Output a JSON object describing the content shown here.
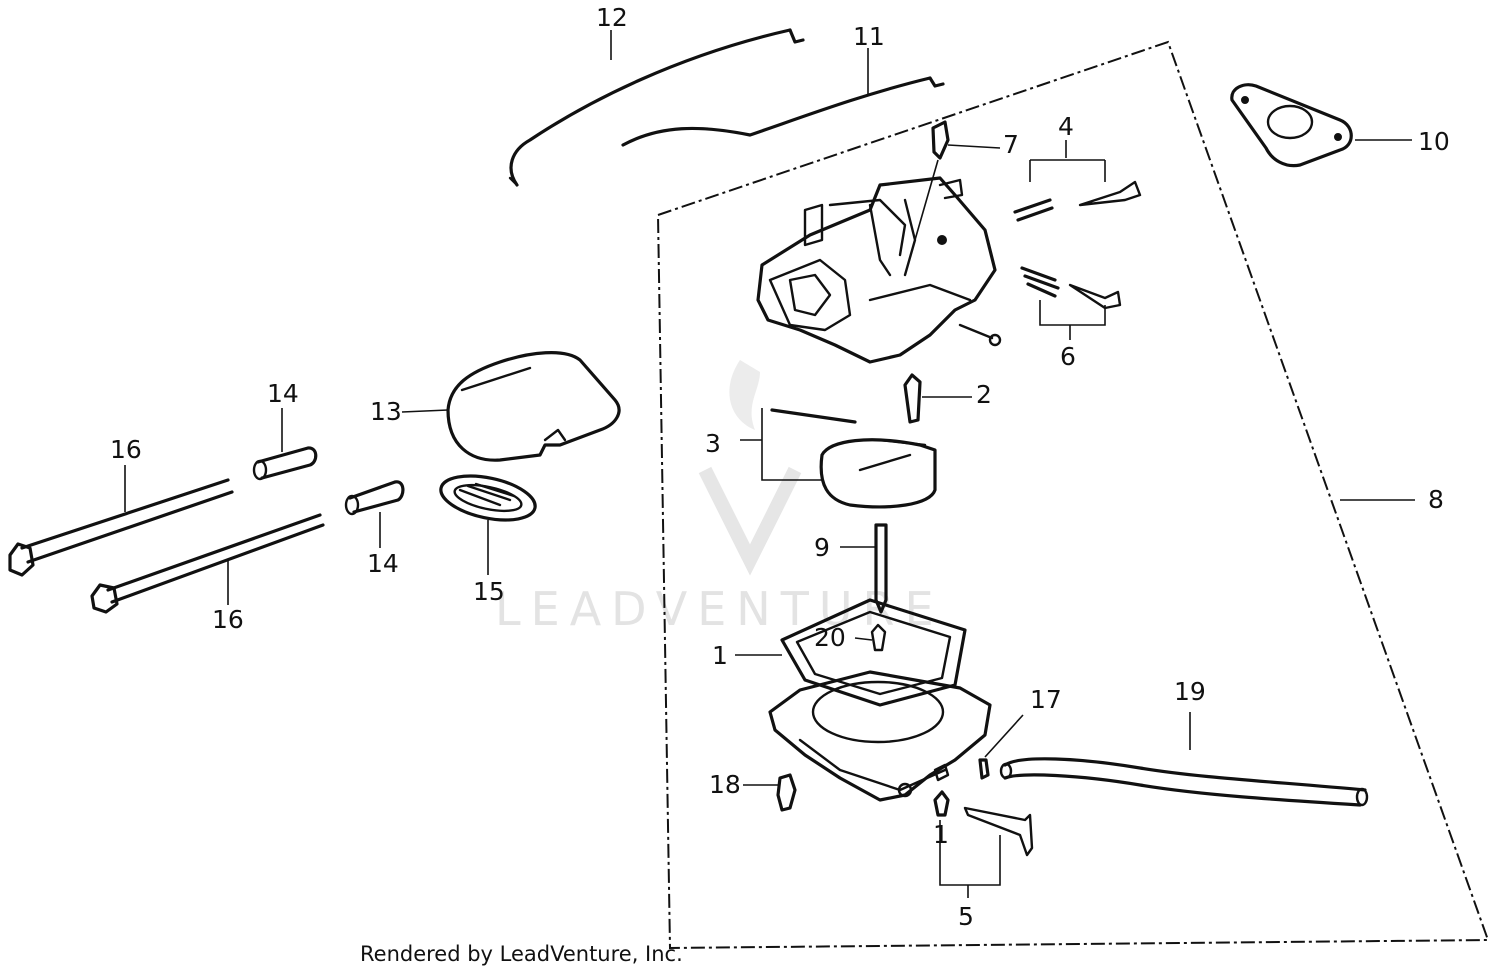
{
  "diagram": {
    "labels": {
      "p1a": "1",
      "p1b": "1",
      "p2": "2",
      "p3": "3",
      "p4": "4",
      "p5": "5",
      "p6": "6",
      "p7": "7",
      "p8": "8",
      "p9": "9",
      "p10": "10",
      "p11": "11",
      "p12": "12",
      "p13": "13",
      "p14a": "14",
      "p14b": "14",
      "p15": "15",
      "p16a": "16",
      "p16b": "16",
      "p17": "17",
      "p18": "18",
      "p19": "19",
      "p20": "20"
    },
    "watermark": "LEADVENTURE"
  },
  "footer": {
    "text": "Rendered by LeadVenture, Inc."
  }
}
